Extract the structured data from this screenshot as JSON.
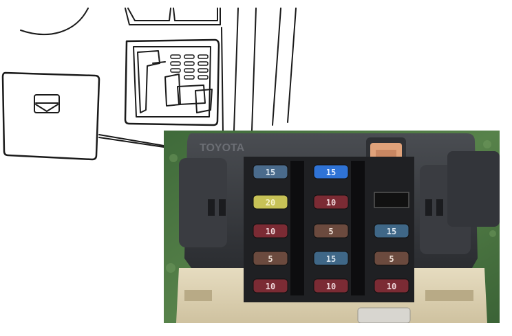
{
  "photo": {
    "brand": "TOYOTA",
    "fuses": [
      {
        "row": 0,
        "col": 0,
        "label": "15",
        "color": "#4a6b8c",
        "text_color": "#dbe6ef"
      },
      {
        "row": 0,
        "col": 1,
        "label": "15",
        "color": "#2f73d6",
        "text_color": "#e8f1ff"
      },
      {
        "row": 1,
        "col": 0,
        "label": "20",
        "color": "#c7c257",
        "text_color": "#f6f2c8"
      },
      {
        "row": 1,
        "col": 1,
        "label": "10",
        "color": "#7b2b34",
        "text_color": "#efd6d9"
      },
      {
        "row": 2,
        "col": 0,
        "label": "10",
        "color": "#7b2b34",
        "text_color": "#efd6d9"
      },
      {
        "row": 2,
        "col": 1,
        "label": "5",
        "color": "#6b4a3e",
        "text_color": "#efe0d6"
      },
      {
        "row": 2,
        "col": 2,
        "label": "15",
        "color": "#3f6787",
        "text_color": "#dbe6ef"
      },
      {
        "row": 3,
        "col": 0,
        "label": "5",
        "color": "#6b4a3e",
        "text_color": "#efe0d6"
      },
      {
        "row": 3,
        "col": 1,
        "label": "15",
        "color": "#3f6787",
        "text_color": "#dbe6ef"
      },
      {
        "row": 3,
        "col": 2,
        "label": "5",
        "color": "#6b4a3e",
        "text_color": "#efe0d6"
      },
      {
        "row": 4,
        "col": 0,
        "label": "10",
        "color": "#7b2b34",
        "text_color": "#efd6d9"
      },
      {
        "row": 4,
        "col": 1,
        "label": "10",
        "color": "#7b2b34",
        "text_color": "#efd6d9"
      },
      {
        "row": 4,
        "col": 2,
        "label": "10",
        "color": "#7b2b34",
        "text_color": "#efd6d9"
      }
    ],
    "maxi_fuse_color": "#e0a27a"
  }
}
